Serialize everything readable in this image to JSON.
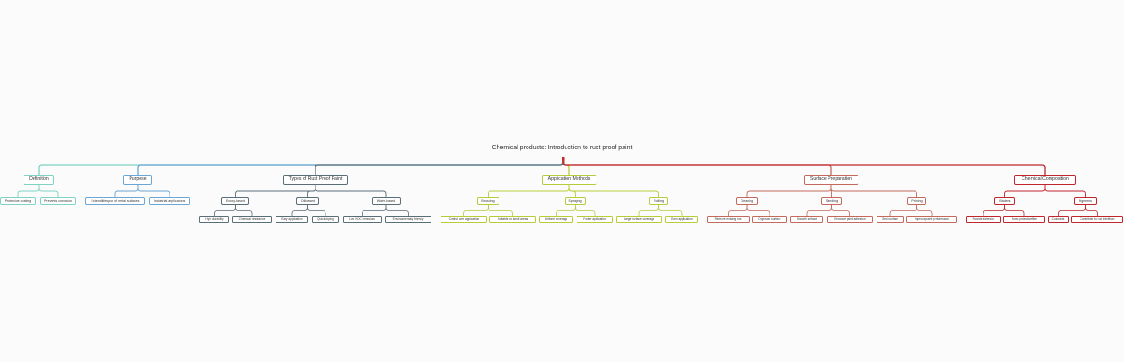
{
  "root": {
    "label": "Chemical products: Introduction to rust proof paint"
  },
  "branches": [
    {
      "label": "Definition",
      "color": "#7fd3c4",
      "children": [
        {
          "label": "Protective coating"
        },
        {
          "label": "Prevents corrosion"
        }
      ]
    },
    {
      "label": "Purpose",
      "color": "#6aa6d6",
      "children": [
        {
          "label": "Extend lifespan of metal surfaces"
        },
        {
          "label": "Industrial applications"
        }
      ]
    },
    {
      "label": "Types of Rust Proof Paint",
      "color": "#5a6e78",
      "children": [
        {
          "label": "Epoxy-based",
          "children": [
            {
              "label": "High durability"
            },
            {
              "label": "Chemical resistance"
            }
          ]
        },
        {
          "label": "Oil-based",
          "children": [
            {
              "label": "Easy application"
            },
            {
              "label": "Quick drying"
            }
          ]
        },
        {
          "label": "Water-based",
          "children": [
            {
              "label": "Low VOC emissions"
            },
            {
              "label": "Environmentally friendly"
            }
          ]
        }
      ]
    },
    {
      "label": "Application Methods",
      "color": "#b8cc3a",
      "children": [
        {
          "label": "Brushing",
          "children": [
            {
              "label": "Control over application"
            },
            {
              "label": "Suitable for small areas"
            }
          ]
        },
        {
          "label": "Spraying",
          "children": [
            {
              "label": "Uniform coverage"
            },
            {
              "label": "Faster application"
            }
          ]
        },
        {
          "label": "Rolling",
          "children": [
            {
              "label": "Large surface coverage"
            },
            {
              "label": "Even application"
            }
          ]
        }
      ]
    },
    {
      "label": "Surface Preparation",
      "color": "#c46a5c",
      "children": [
        {
          "label": "Cleaning",
          "children": [
            {
              "label": "Remove existing rust"
            },
            {
              "label": "Degrease surface"
            }
          ]
        },
        {
          "label": "Sanding",
          "children": [
            {
              "label": "Smooth surface"
            },
            {
              "label": "Enhance paint adhesion"
            }
          ]
        },
        {
          "label": "Priming",
          "children": [
            {
              "label": "Seal surface"
            },
            {
              "label": "Improve paint performance"
            }
          ]
        }
      ]
    },
    {
      "label": "Chemical Composition",
      "color": "#c0262c",
      "children": [
        {
          "label": "Binders",
          "children": [
            {
              "label": "Provide adhesion"
            },
            {
              "label": "Form protective film"
            }
          ]
        },
        {
          "label": "Pigments",
          "children": [
            {
              "label": "Colorants"
            },
            {
              "label": "Contribute to rust inhibition"
            }
          ]
        }
      ]
    }
  ]
}
